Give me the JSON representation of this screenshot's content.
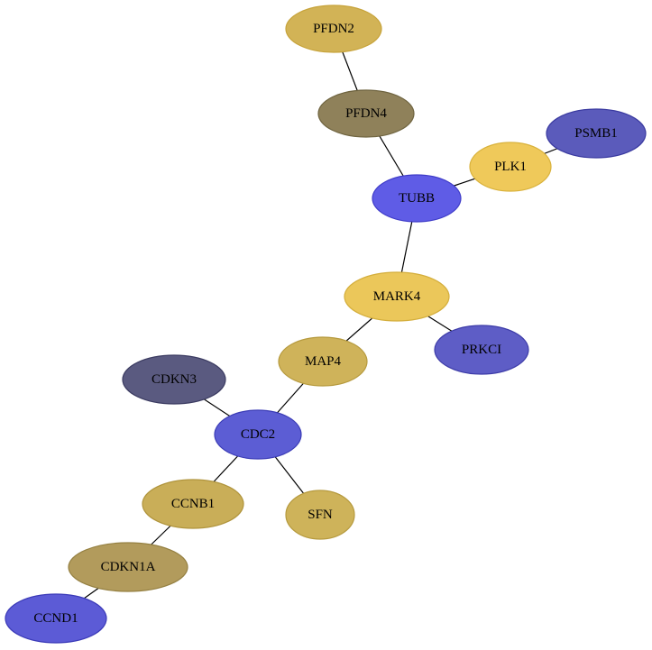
{
  "graph": {
    "nodes": [
      {
        "id": "PFDN2",
        "label": "PFDN2",
        "fill": "#d2b356",
        "stroke": "#c7a33a"
      },
      {
        "id": "PFDN4",
        "label": "PFDN4",
        "fill": "#8f815a",
        "stroke": "#6f6440"
      },
      {
        "id": "PSMB1",
        "label": "PSMB1",
        "fill": "#5b5bbb",
        "stroke": "#3a3aa0"
      },
      {
        "id": "PLK1",
        "label": "PLK1",
        "fill": "#efc95a",
        "stroke": "#d9b23c"
      },
      {
        "id": "TUBB",
        "label": "TUBB",
        "fill": "#5f5ce6",
        "stroke": "#3f3cc8"
      },
      {
        "id": "MARK4",
        "label": "MARK4",
        "fill": "#ebc75a",
        "stroke": "#d4ae3c"
      },
      {
        "id": "PRKCI",
        "label": "PRKCI",
        "fill": "#5e5dc6",
        "stroke": "#3d3ca8"
      },
      {
        "id": "MAP4",
        "label": "MAP4",
        "fill": "#cfb35a",
        "stroke": "#b69a3e"
      },
      {
        "id": "CDKN3",
        "label": "CDKN3",
        "fill": "#5a5a80",
        "stroke": "#3c3c62"
      },
      {
        "id": "CDC2",
        "label": "CDC2",
        "fill": "#5c5dd4",
        "stroke": "#3b3cb6"
      },
      {
        "id": "CCNB1",
        "label": "CCNB1",
        "fill": "#c9ae58",
        "stroke": "#b0943c"
      },
      {
        "id": "SFN",
        "label": "SFN",
        "fill": "#ceb35a",
        "stroke": "#b69a3e"
      },
      {
        "id": "CDKN1A",
        "label": "CDKN1A",
        "fill": "#b29b5c",
        "stroke": "#958042"
      },
      {
        "id": "CCND1",
        "label": "CCND1",
        "fill": "#5c5bd6",
        "stroke": "#3b3ab8"
      }
    ],
    "edges": [
      [
        "PFDN2",
        "PFDN4"
      ],
      [
        "PFDN4",
        "TUBB"
      ],
      [
        "PSMB1",
        "PLK1"
      ],
      [
        "PLK1",
        "TUBB"
      ],
      [
        "TUBB",
        "MARK4"
      ],
      [
        "MARK4",
        "MAP4"
      ],
      [
        "MARK4",
        "PRKCI"
      ],
      [
        "MAP4",
        "CDC2"
      ],
      [
        "CDKN3",
        "CDC2"
      ],
      [
        "CDC2",
        "CCNB1"
      ],
      [
        "CDC2",
        "SFN"
      ],
      [
        "CCNB1",
        "CDKN1A"
      ],
      [
        "CDKN1A",
        "CCND1"
      ]
    ]
  }
}
